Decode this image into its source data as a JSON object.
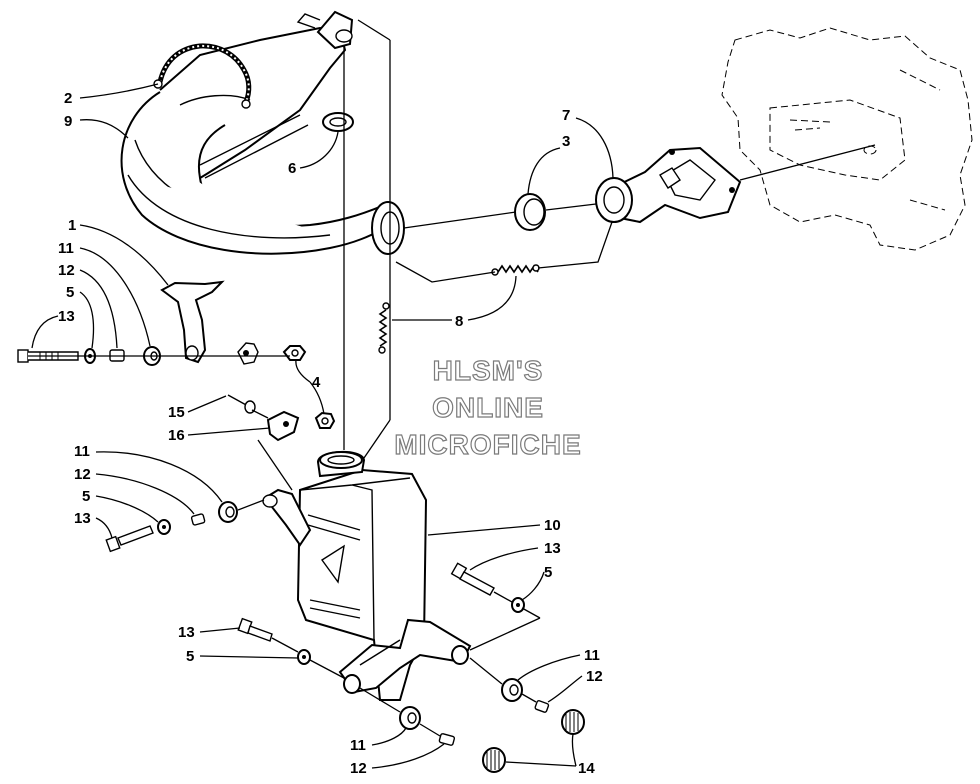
{
  "watermark": {
    "line1": "HLSM'S",
    "line2": "ONLINE",
    "line3": "MICROFICHE"
  },
  "callouts": {
    "c1": "1",
    "c2": "2",
    "c3": "3",
    "c4": "4",
    "c5a": "5",
    "c5b": "5",
    "c5c": "5",
    "c5d": "5",
    "c6": "6",
    "c7": "7",
    "c8": "8",
    "c9": "9",
    "c10": "10",
    "c11a": "11",
    "c11b": "11",
    "c11c": "11",
    "c11d": "11",
    "c12a": "12",
    "c12b": "12",
    "c12c": "12",
    "c12d": "12",
    "c13a": "13",
    "c13b": "13",
    "c13c": "13",
    "c13d": "13",
    "c14": "14",
    "c15": "15",
    "c16": "16"
  }
}
